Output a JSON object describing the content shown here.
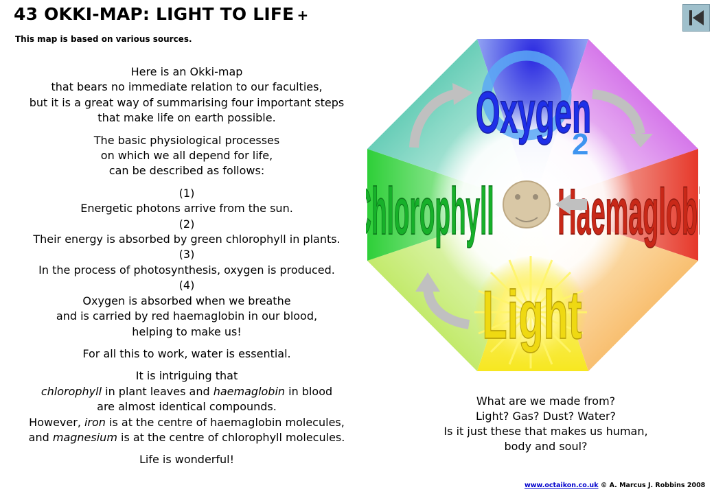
{
  "header": {
    "title": "43 OKKI-MAP: LIGHT TO LIFE",
    "plus": "+",
    "subtitle": "This map is based on various sources."
  },
  "nav": {
    "back_icon": "skip-back-icon"
  },
  "body": {
    "intro": [
      "Here is an Okki-map",
      "that bears no immediate relation to our faculties,",
      "but it is a great way of summarising four important steps",
      "that make life on earth possible."
    ],
    "processes": [
      "The basic physiological processes",
      "on which we all depend for life,",
      "can be described as follows:"
    ],
    "steps": [
      {
        "num": "(1)",
        "text": "Energetic photons arrive from the sun."
      },
      {
        "num": "(2)",
        "text": "Their energy is absorbed by green chlorophyll in plants."
      },
      {
        "num": "(3)",
        "text": "In the process of photosynthesis,  oxygen is produced."
      },
      {
        "num": "(4)",
        "text": "Oxygen is absorbed when we breathe"
      }
    ],
    "step4_cont": [
      "and is carried by red haemaglobin in our blood,",
      "helping to make us!"
    ],
    "water": "For all this to work, water is essential.",
    "intriguing": "It is intriguing  that",
    "chlorophyll_line": {
      "term1": "chlorophyll",
      "mid": " in plant leaves  and ",
      "term2": "haemaglobin",
      "end": " in blood"
    },
    "identical": "are almost identical  compounds.",
    "iron_line": {
      "pre": "However, ",
      "term": "iron",
      "post": " is at the centre of haemaglobin molecules,"
    },
    "magnesium_line": {
      "pre": "and ",
      "term": "magnesium",
      "post": " is at the centre of chlorophyll molecules."
    },
    "closing": "Life is wonderful!"
  },
  "map": {
    "oxygen": "Oxygen",
    "o2_letter": "O",
    "o2_sub": "2",
    "haemaglobin": "Haemaglobin",
    "chlorophyll": "Chlorophyll",
    "light": "Light",
    "colors": {
      "top": "#3b2bd8",
      "top_right": "#c23ce0",
      "right": "#e83d2a",
      "bottom_right": "#f4a030",
      "bottom": "#f7ea28",
      "bottom_left": "#a8e02a",
      "left": "#2fd13a",
      "top_left": "#25b59a",
      "oxygen_text": "#1e2fe8",
      "chlorophyll_text": "#17b02a",
      "haemaglobin_text": "#c82818",
      "light_text": "#e8d212",
      "arrow": "#bdbdbd",
      "face": "#d9c8a6"
    }
  },
  "question": [
    "What are we made from?",
    "Light?  Gas?  Dust?  Water?",
    "Is it just these that makes us human,",
    "body and soul?"
  ],
  "footer": {
    "link": "www.octaikon.co.uk",
    "credit": " © A.  Marcus J.  Robbins 2008"
  }
}
